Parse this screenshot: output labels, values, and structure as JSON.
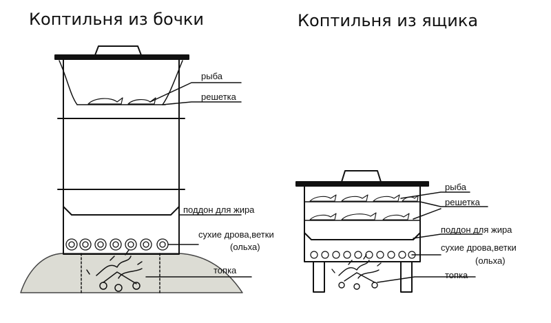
{
  "titles": {
    "barrel": "Коптильня из бочки",
    "box": "Коптильня из ящика"
  },
  "barrel_labels": {
    "fish": "рыба",
    "grate": "решетка",
    "tray": "поддон для жира",
    "wood1": "сухие дрова,ветки",
    "wood2": "(ольха)",
    "firebox": "топка"
  },
  "box_labels": {
    "fish": "рыба",
    "grate": "решетка",
    "tray": "поддон для жира",
    "wood1": "сухие дрова,ветки",
    "wood2": "(ольха)",
    "firebox": "топка"
  }
}
